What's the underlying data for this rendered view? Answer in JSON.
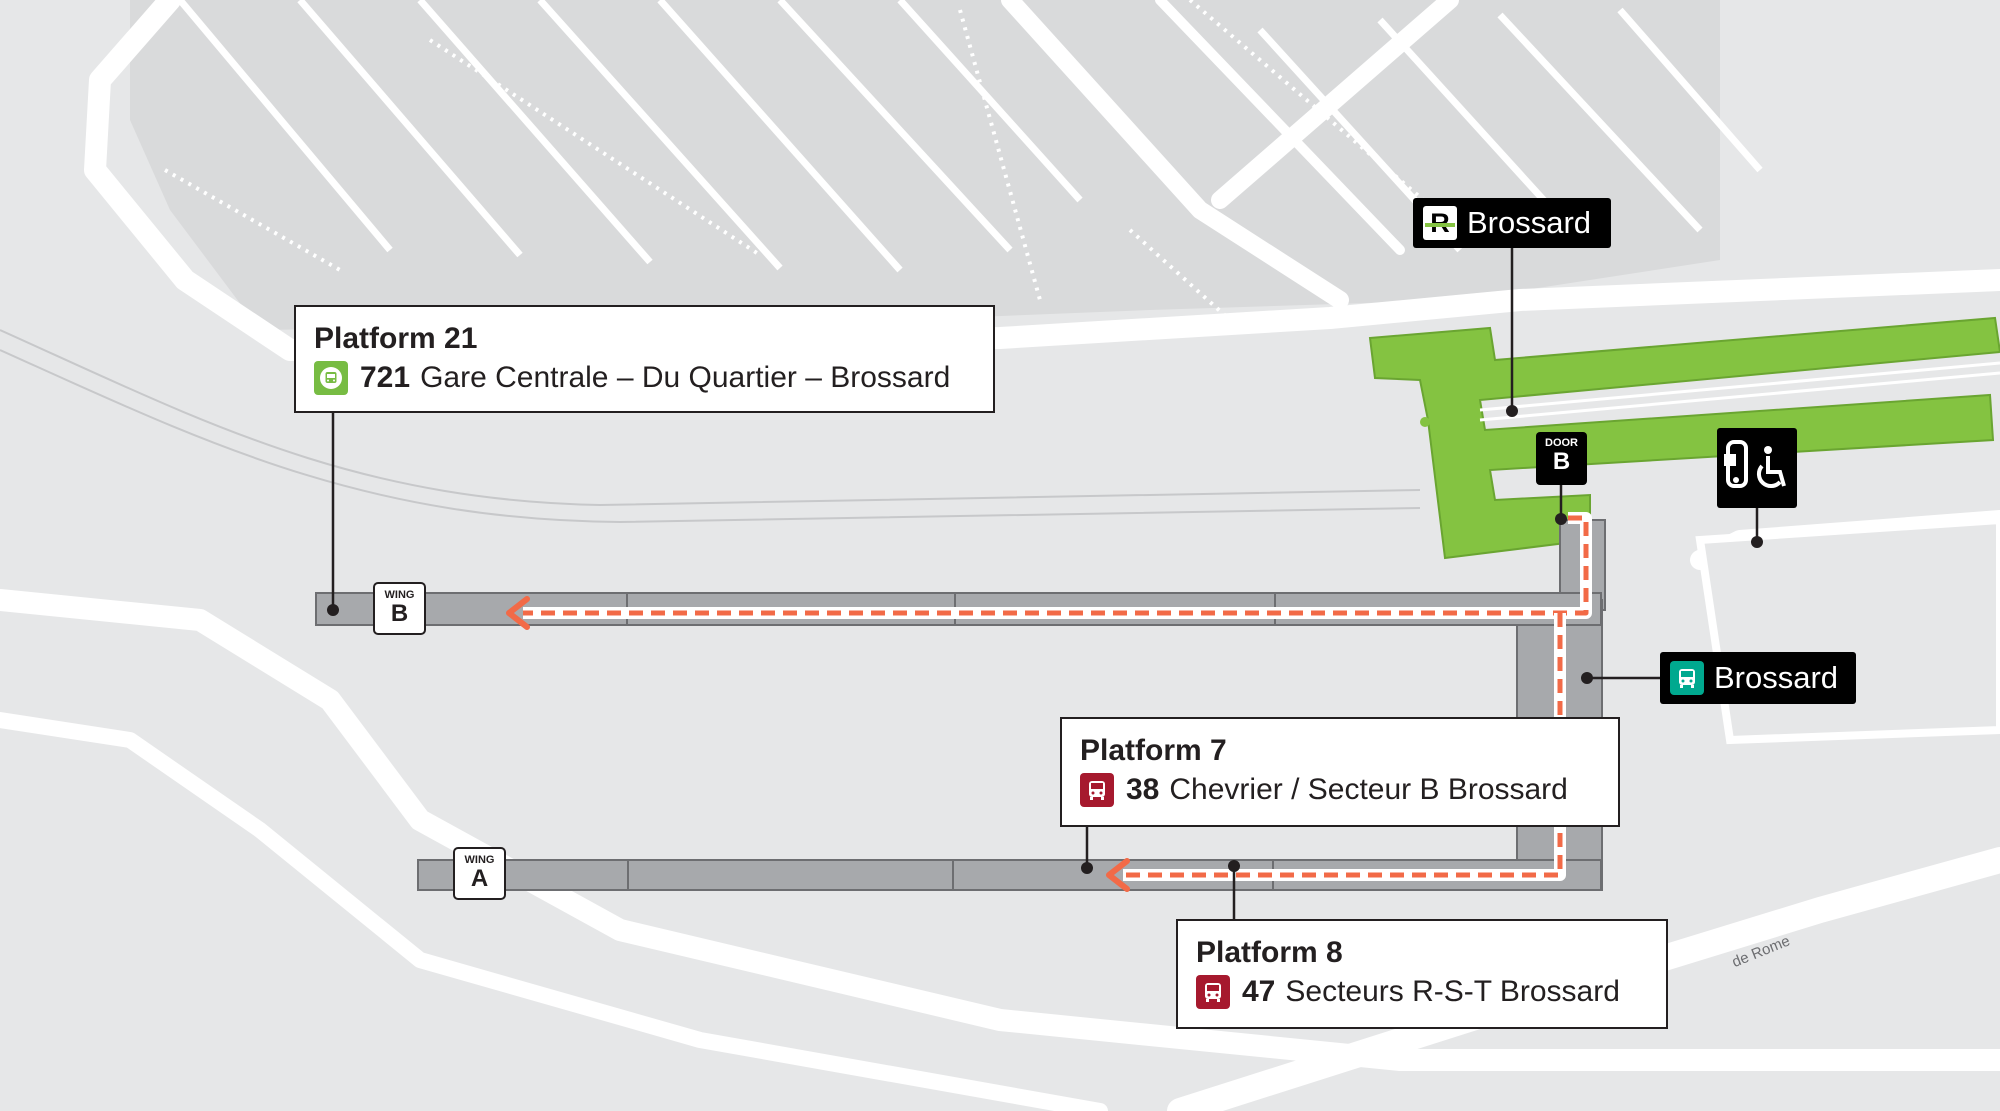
{
  "callouts": {
    "platform21": {
      "title": "Platform 21",
      "route_number": "721",
      "route_name": "Gare Centrale – Du Quartier – Brossard",
      "icon": "green-bus-icon"
    },
    "platform7": {
      "title": "Platform 7",
      "route_number": "38",
      "route_name": "Chevrier / Secteur B Brossard",
      "icon": "red-bus-icon"
    },
    "platform8": {
      "title": "Platform 8",
      "route_number": "47",
      "route_name": "Secteurs R-S-T Brossard",
      "icon": "red-bus-icon"
    }
  },
  "tags": {
    "rem_station": {
      "letter": "R",
      "label": "Brossard",
      "icon": "rem-logo-icon"
    },
    "bus_terminal": {
      "label": "Brossard",
      "icon": "bus-terminal-icon"
    },
    "accessible": {
      "icon": "accessible-bus-icon"
    }
  },
  "door": {
    "small": "DOOR",
    "big": "B"
  },
  "wings": {
    "wing_b": {
      "small": "WING",
      "big": "B"
    },
    "wing_a": {
      "small": "WING",
      "big": "A"
    }
  },
  "street": {
    "name": "de Rome"
  },
  "colors": {
    "background": "#e6e7e8",
    "road": "#ffffff",
    "parking": "#d9dadb",
    "platform": "#a7a9ac",
    "rem": "#84c341",
    "route_path": "#f26a47",
    "bus_green": "#77bc43",
    "bus_red": "#a6192e",
    "terminal_teal": "#00a98f"
  }
}
